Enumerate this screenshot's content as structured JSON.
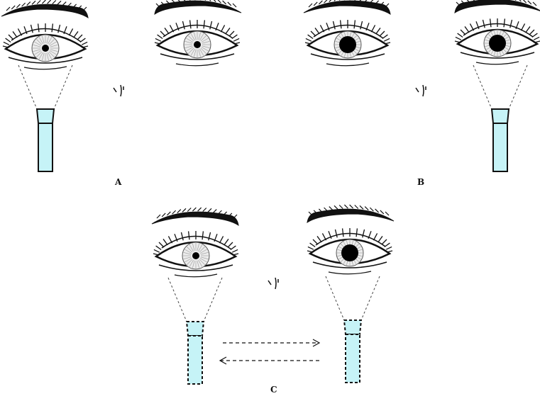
{
  "panels": [
    {
      "label": "A",
      "cover": "left",
      "cover_style": "solid",
      "pupils": [
        "small",
        "small"
      ]
    },
    {
      "label": "B",
      "cover": "right",
      "cover_style": "solid",
      "pupils": [
        "large",
        "large"
      ]
    },
    {
      "label": "C",
      "cover": "alternating",
      "cover_style": "dashed",
      "pupils": [
        "small",
        "large"
      ]
    }
  ],
  "colors": {
    "occluder_fill": "#c6f3f7",
    "line": "#111111",
    "iris": "#ececec",
    "pupil": "#000000"
  },
  "icons": [
    "eye-icon",
    "eyebrow-icon",
    "nose-icon",
    "occluder-icon",
    "arrow-right-icon",
    "arrow-left-icon"
  ]
}
